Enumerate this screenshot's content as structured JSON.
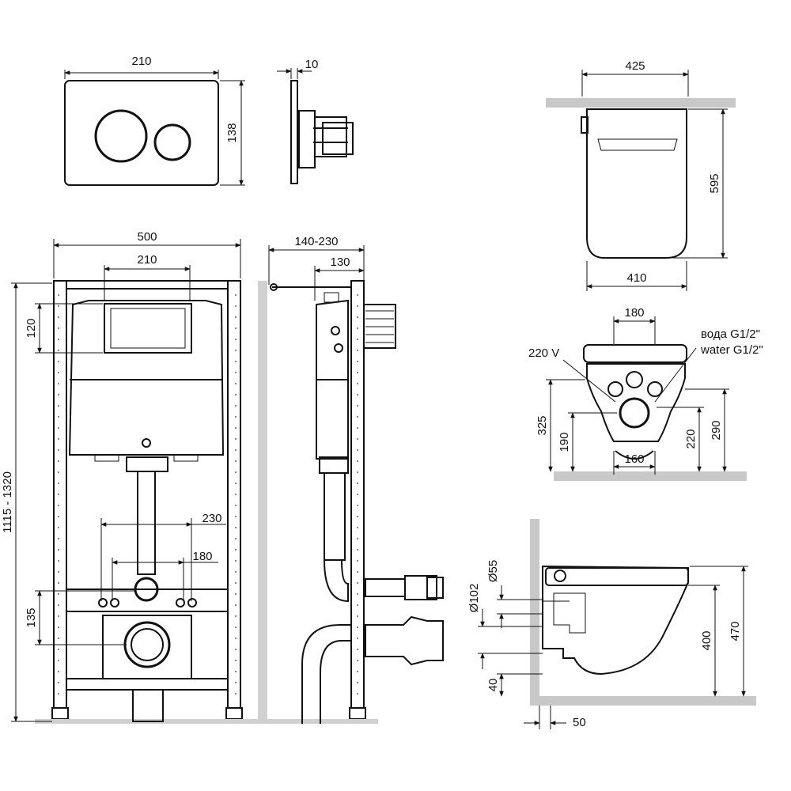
{
  "flush_plate": {
    "width": "210",
    "height": "138",
    "depth": "10"
  },
  "frame": {
    "width": "500",
    "cistern_width": "210",
    "button_height": "120",
    "height_range": "1115 - 1320",
    "spacing_outer": "230",
    "spacing_inner": "180",
    "outlet_height": "135"
  },
  "frame_side": {
    "depth_range": "140-230",
    "depth": "130"
  },
  "bowl_top": {
    "length": "425",
    "width_top": "595",
    "width_bottom": "410"
  },
  "bowl_front": {
    "top_spacing": "180",
    "power_label": "220 V",
    "water_label_ru": "вода G1/2\"",
    "water_label_en": "water G1/2\"",
    "height_left_outer": "325",
    "height_left_inner": "190",
    "bottom_spacing": "160",
    "height_right_inner": "220",
    "height_right_outer": "290"
  },
  "bowl_side": {
    "pipe_small": "Ø55",
    "pipe_large": "Ø102",
    "height_outer": "470",
    "height_inner": "400",
    "floor_gap": "40",
    "wall_gap": "50"
  }
}
